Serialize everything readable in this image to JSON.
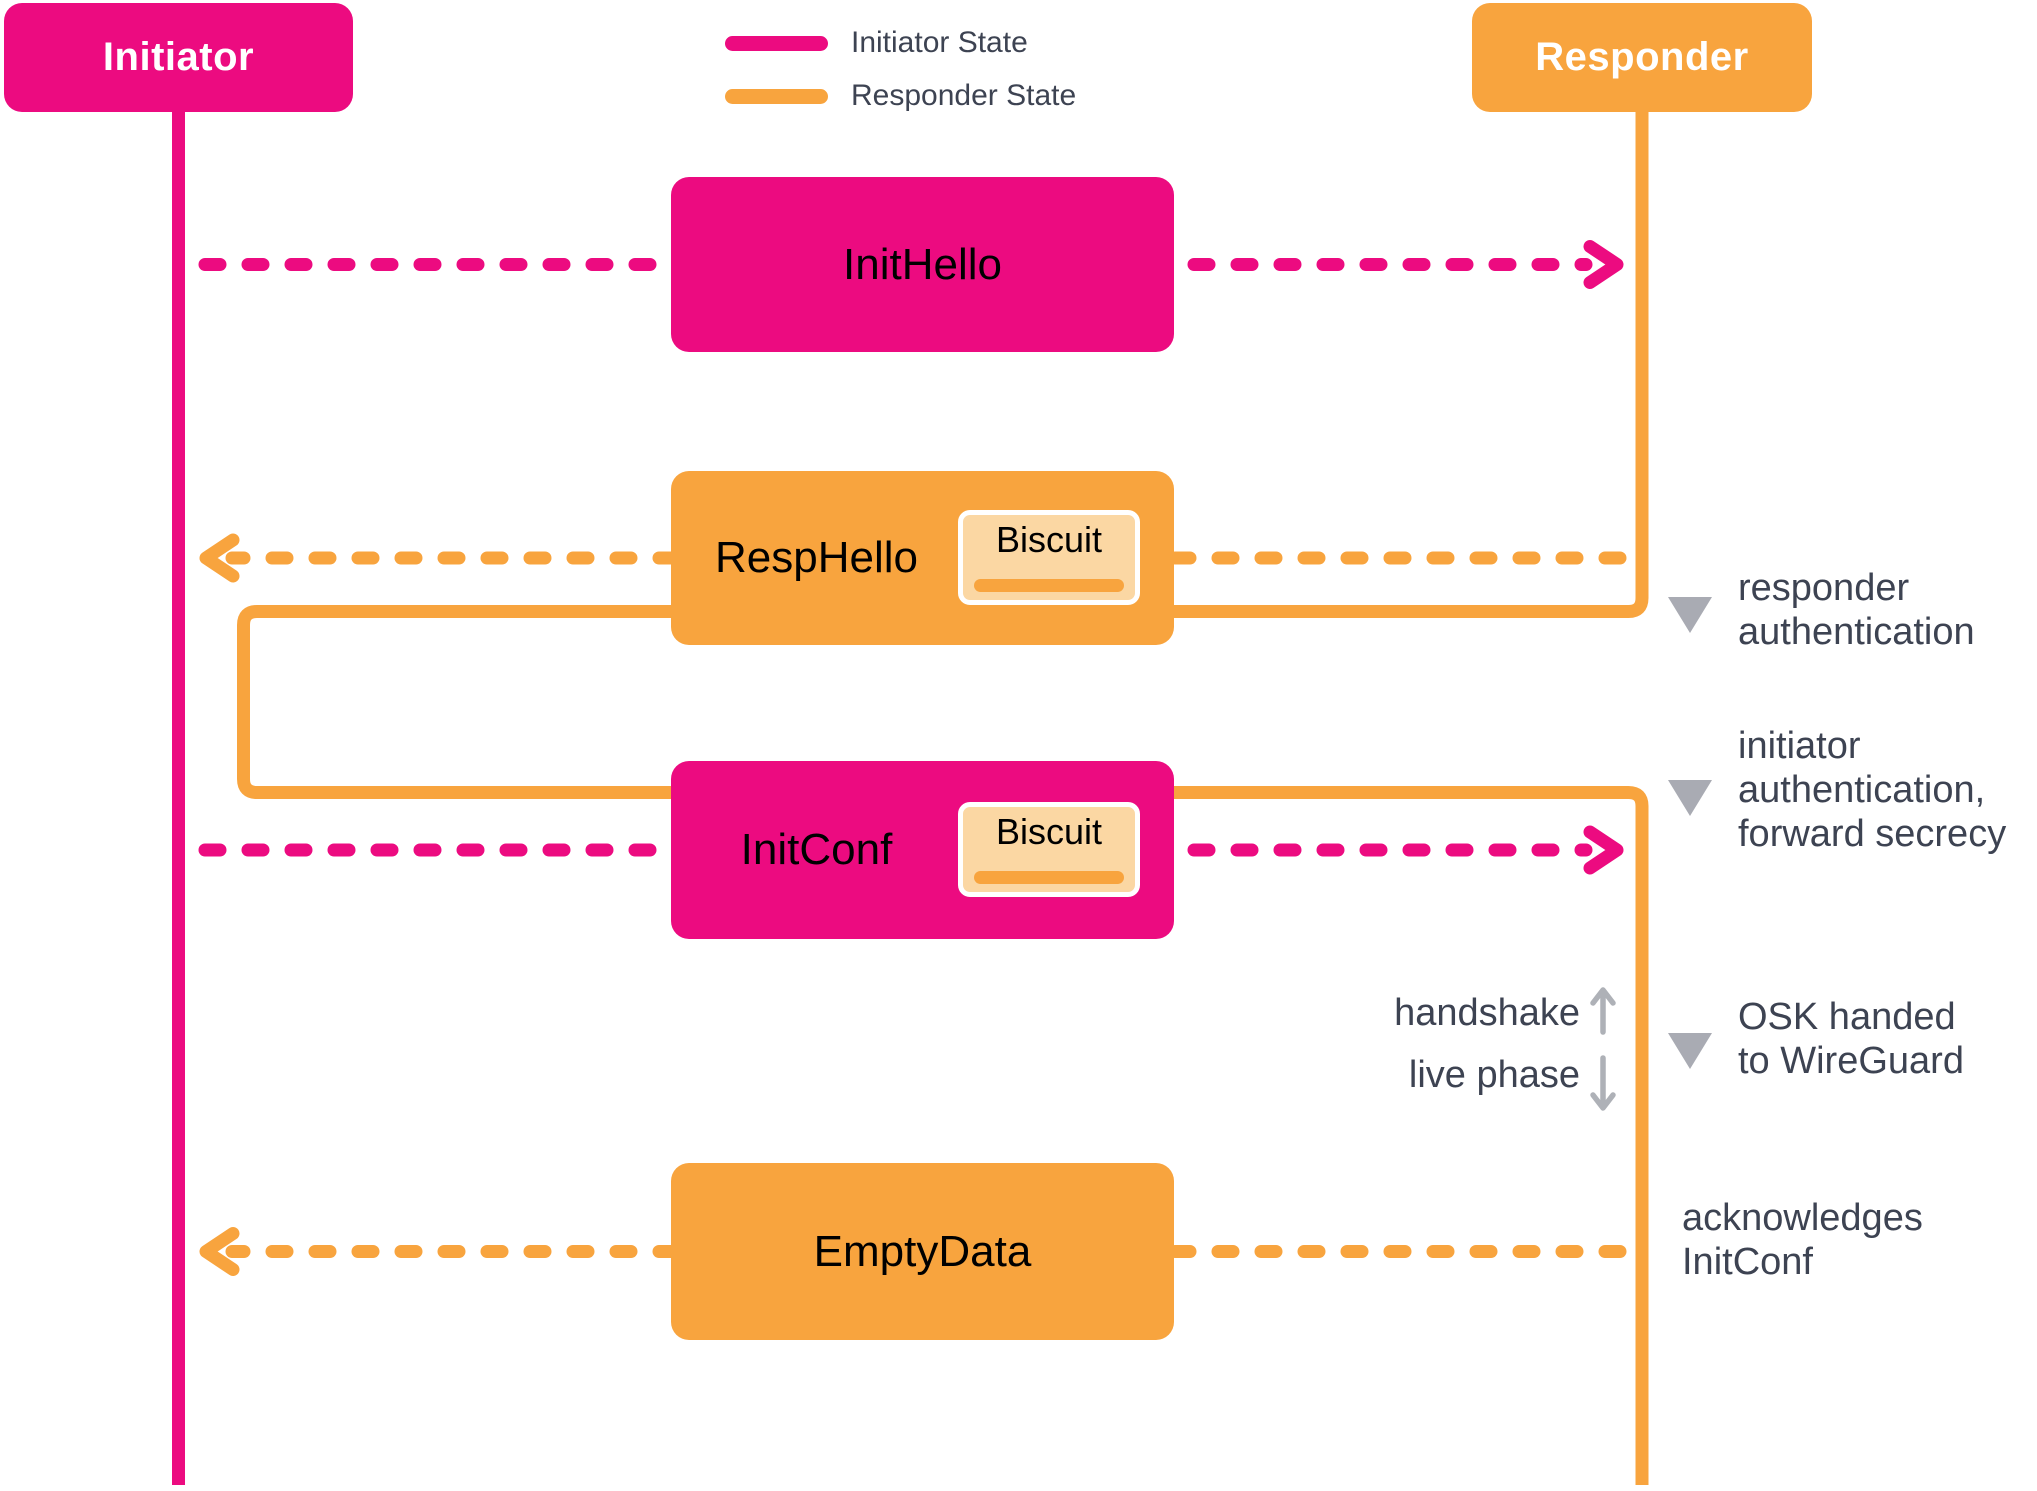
{
  "colors": {
    "initiator_pink": "#EC0B80",
    "responder_orange": "#F8A43E",
    "biscuit_peach": "#FBD7A3",
    "milestone_triangle_gray": "#A9ABB3",
    "phase_arrow_gray": "#AEB1B7",
    "annotation_text": "#3D4352"
  },
  "actors": [
    {
      "label": "Initiator"
    },
    {
      "label": "Responder"
    }
  ],
  "legend": [
    {
      "label": "Initiator State",
      "color": "#EC0B80"
    },
    {
      "label": "Responder State",
      "color": "#F8A43E"
    }
  ],
  "messages": [
    {
      "name": "InitHello",
      "from": "Initiator",
      "to": "Responder",
      "has_biscuit": false
    },
    {
      "name": "RespHello",
      "from": "Responder",
      "to": "Initiator",
      "has_biscuit": true
    },
    {
      "name": "InitConf",
      "from": "Initiator",
      "to": "Responder",
      "has_biscuit": true
    },
    {
      "name": "EmptyData",
      "from": "Responder",
      "to": "Initiator",
      "has_biscuit": false
    }
  ],
  "biscuit_label": "Biscuit",
  "milestones": [
    {
      "lines": [
        "responder",
        "authentication"
      ]
    },
    {
      "lines": [
        "initiator",
        "authentication,",
        "forward secrecy"
      ]
    },
    {
      "lines": [
        "OSK handed",
        "to WireGuard"
      ]
    },
    {
      "lines": [
        "acknowledges",
        "InitConf"
      ]
    }
  ],
  "phase_divider": {
    "above": "handshake",
    "below": "live phase"
  }
}
